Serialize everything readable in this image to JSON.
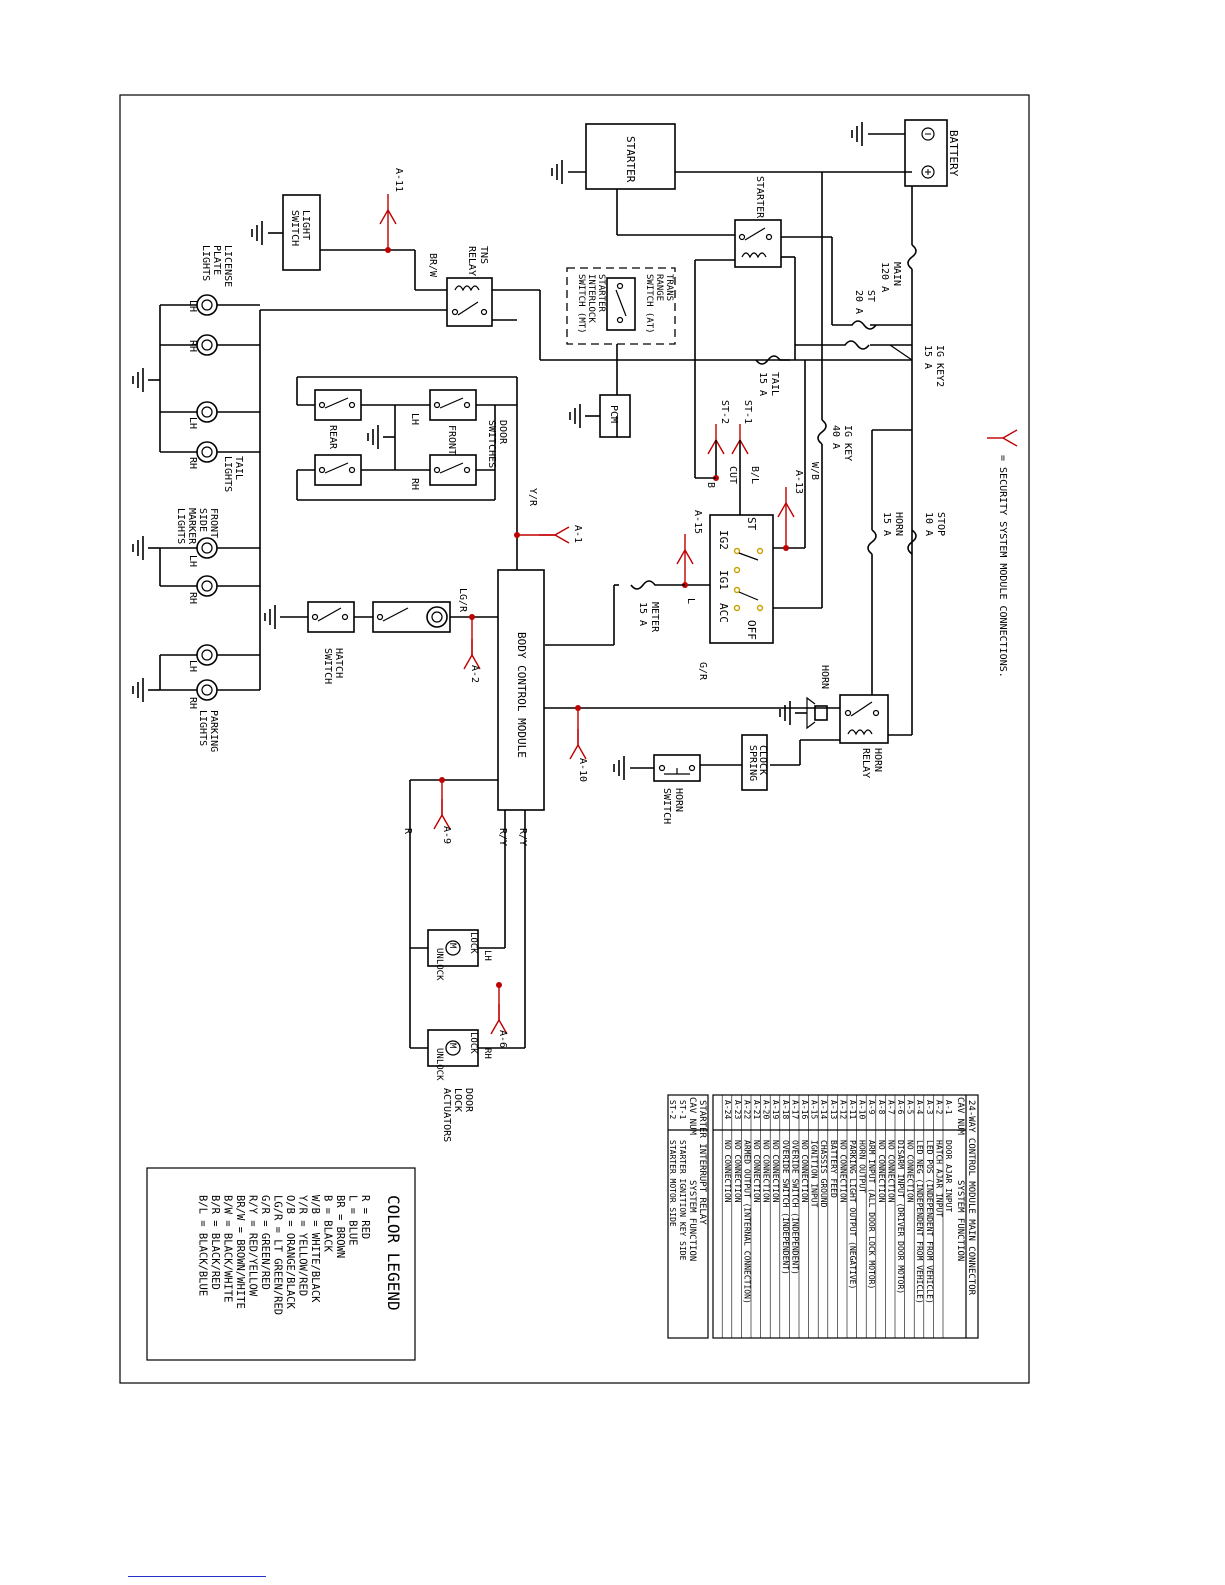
{
  "labels": {
    "battery": "BATTERY",
    "starter": "STARTER",
    "starter_relay": "STARTER",
    "light_switch": [
      "LIGHT",
      "SWITCH"
    ],
    "tns_relay": [
      "TNS",
      "RELAY"
    ],
    "a11": "A-11",
    "brw": "BR/W",
    "trans_range": [
      "TRANS",
      "RANGE",
      "SWITCH (AT)"
    ],
    "starter_interlock": [
      "STARTER",
      "INTERLOCK",
      "SWITCH (MT)"
    ],
    "pcm": "PCM",
    "main_fuse": [
      "MAIN",
      "120 A"
    ],
    "st_fuse": [
      "ST",
      "20 A"
    ],
    "ig_key2": [
      "IG KEY2",
      "15 A"
    ],
    "tail_fuse": [
      "TAIL",
      "15 A"
    ],
    "ig_key_fuse": [
      "IG KEY",
      "40 A"
    ],
    "horn_fuse": [
      "HORN",
      "15 A"
    ],
    "stop_fuse": [
      "STOP",
      "10 A"
    ],
    "meter_fuse": [
      "METER",
      "15 A"
    ],
    "st1": "ST-1",
    "st2": "ST-2",
    "bl": "B/L",
    "cut": "CUT",
    "b": "B",
    "wb": "W/B",
    "a13": "A-13",
    "a15": "A-15",
    "l": "L",
    "gr": "G/R",
    "a1": "A-1",
    "yr": "Y/R",
    "a2": "A-2",
    "lgr": "LG/R",
    "a10": "A-10",
    "a9": "A-9",
    "a6": "A-6",
    "r": "R",
    "ry1": "R/Y",
    "ry2": "R/Y",
    "bcm": "BODY CONTROL MODULE",
    "door_switches": [
      "DOOR",
      "SWITCHES"
    ],
    "rear": "REAR",
    "front": "FRONT",
    "lh": "LH",
    "rh": "RH",
    "license": [
      "LICENSE",
      "PLATE",
      "LIGHTS"
    ],
    "tail_lights": [
      "TAIL",
      "LIGHTS"
    ],
    "front_marker": [
      "FRONT",
      "SIDE",
      "MARKER",
      "LIGHTS"
    ],
    "parking": [
      "PARKING",
      "LIGHTS"
    ],
    "hatch_switch": [
      "HATCH",
      "SWITCH"
    ],
    "horn": "HORN",
    "horn_relay": [
      "HORN",
      "RELAY"
    ],
    "clock_spring": [
      "CLOCK",
      "SPRING"
    ],
    "horn_switch": [
      "HORN",
      "SWITCH"
    ],
    "ignition": [
      "ST",
      "IG2",
      "IG1",
      "ACC",
      "OFF"
    ],
    "lock": "LOCK",
    "unlock": "UNLOCK",
    "m": "M",
    "door_lock": [
      "DOOR",
      "LOCK",
      "ACTUATORS"
    ],
    "security_note": "= SECURITY SYSTEM MODULE CONNECTIONS."
  },
  "cav_table": {
    "title": "24-WAY CONTROL MODULE MAIN CONNECTOR",
    "headers": [
      "CAV NUM",
      "SYSTEM FUNCTION"
    ],
    "rows": [
      [
        "A-1",
        "DOOR AJAR INPUT"
      ],
      [
        "A-2",
        "HATCH AJAR INPUT"
      ],
      [
        "A-3",
        "LED POS (INDEPENDENT FROM VEHICLE)"
      ],
      [
        "A-4",
        "LED NEG (INDEPENDENT FROM VEHICLE)"
      ],
      [
        "A-5",
        "NO CONNECTION"
      ],
      [
        "A-6",
        "DISARM INPUT (DRIVER DOOR MOTOR)"
      ],
      [
        "A-7",
        "NO CONNECTION"
      ],
      [
        "A-8",
        "NO CONNECTION"
      ],
      [
        "A-9",
        "ARM INPUT (ALL DOOR LOCK MOTOR)"
      ],
      [
        "A-10",
        "HORN OUTPUT"
      ],
      [
        "A-11",
        "PARKING LIGHT OUTPUT (NEGATIVE)"
      ],
      [
        "A-12",
        "NO CONNECTION"
      ],
      [
        "A-13",
        "BATTERY FEED"
      ],
      [
        "A-14",
        "CHASSIS GROUND"
      ],
      [
        "A-15",
        "IGNITION INPUT"
      ],
      [
        "A-16",
        "NO CONNECTION"
      ],
      [
        "A-17",
        "OVERIDE SWITCH (INDEPENDENT)"
      ],
      [
        "A-18",
        "OVERIDE SWITCH (INDEPENDENT)"
      ],
      [
        "A-19",
        "NO CONNECTION"
      ],
      [
        "A-20",
        "NO CONNECTION"
      ],
      [
        "A-21",
        "NO CONNECTION"
      ],
      [
        "A-22",
        "ARMED OUTPUT (INTERNAL CONNECTION)"
      ],
      [
        "A-23",
        "NO CONNECTION"
      ],
      [
        "A-24",
        "NO CONNECTION"
      ]
    ]
  },
  "starter_table": {
    "title": "STARTER INTERRUPT RELAY",
    "headers": [
      "CAV NUM",
      "SYSTEM FUNCTION"
    ],
    "rows": [
      [
        "ST-1",
        "STARTER IGNITION KEY SIDE"
      ],
      [
        "ST-2",
        "STARTER MOTOR SIDE"
      ]
    ]
  },
  "legend": {
    "title": "COLOR LEGEND",
    "items": [
      "R = RED",
      "L = BLUE",
      "BR = BROWN",
      "B = BLACK",
      "W/B = WHITE/BLACK",
      "Y/R = YELLOW/RED",
      "O/B = ORANGE/BLACK",
      "LG/R = LT GREEN/RED",
      "G/R = GREEN/RED",
      "R/Y = RED/YELLOW",
      "BR/W = BROWN/WHITE",
      "B/W = BLACK/WHITE",
      "B/R = BLACK/RED",
      "B/L = BLACK/BLUE"
    ]
  }
}
